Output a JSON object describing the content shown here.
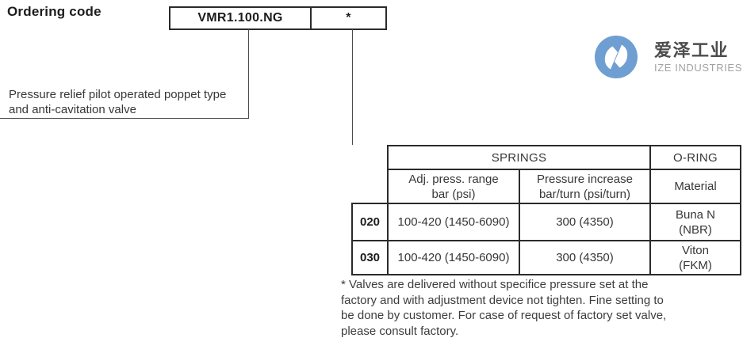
{
  "page": {
    "title": "Ordering code"
  },
  "ordering": {
    "code_box": "VMR1.100.NG",
    "option_box": "*",
    "description": "Pressure relief pilot operated poppet type\nand anti-cavitation valve"
  },
  "table": {
    "group_headers": {
      "springs": "SPRINGS",
      "oring": "O-RING"
    },
    "col_headers": {
      "adj_press_range": "Adj. press. range\nbar (psi)",
      "pressure_increase": "Pressure increase\nbar/turn (psi/turn)",
      "material": "Material"
    },
    "rows": [
      {
        "code": "020",
        "adj_press_range": "100-420 (1450-6090)",
        "pressure_increase": "300 (4350)",
        "material": "Buna N\n(NBR)"
      },
      {
        "code": "030",
        "adj_press_range": "100-420 (1450-6090)",
        "pressure_increase": "300 (4350)",
        "material": "Viton\n(FKM)"
      }
    ]
  },
  "footnote": "* Valves are delivered without specifice pressure set at the\nfactory and with adjustment device not tighten. Fine setting to\nbe done by customer. For case of request of factory set valve,\nplease consult factory.",
  "logo": {
    "cn_name": "爱泽工业",
    "en_name": "IZE INDUSTRIES",
    "mark_color": "#6f9ed2",
    "mark_glyph_color": "#ffffff"
  }
}
